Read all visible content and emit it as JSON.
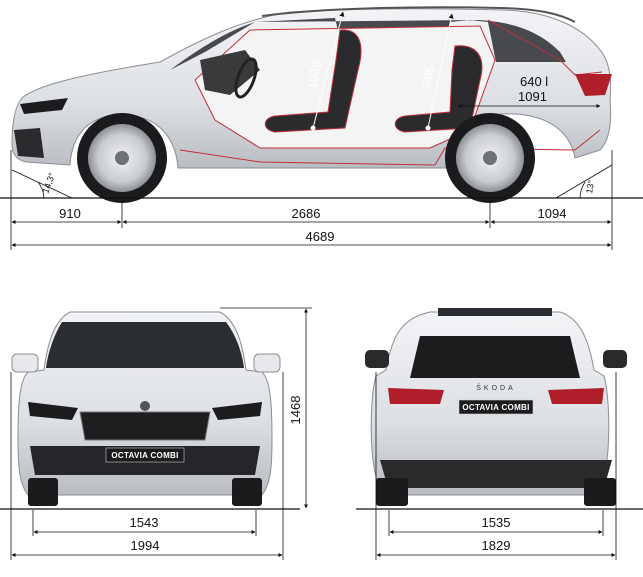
{
  "side_view": {
    "front_overhang": "910",
    "wheelbase": "2686",
    "rear_overhang": "1094",
    "overall_length": "4689",
    "approach_angle": "14,3°",
    "departure_angle": "13°",
    "front_headroom": "1039",
    "rear_headroom": "985",
    "boot_volume": "640 l",
    "boot_length": "1091"
  },
  "front_view": {
    "front_track": "1543",
    "overall_width": "1994",
    "height": "1468",
    "badge": "OCTAVIA COMBI"
  },
  "rear_view": {
    "rear_track": "1535",
    "overall_width": "1829",
    "badge": "OCTAVIA COMBI",
    "brand": "ŠKODA"
  },
  "colors": {
    "body": "#e3e5e8",
    "dark": "#1c1c1e",
    "interior_line": "#c0303a",
    "dimension_line": "#111111"
  }
}
